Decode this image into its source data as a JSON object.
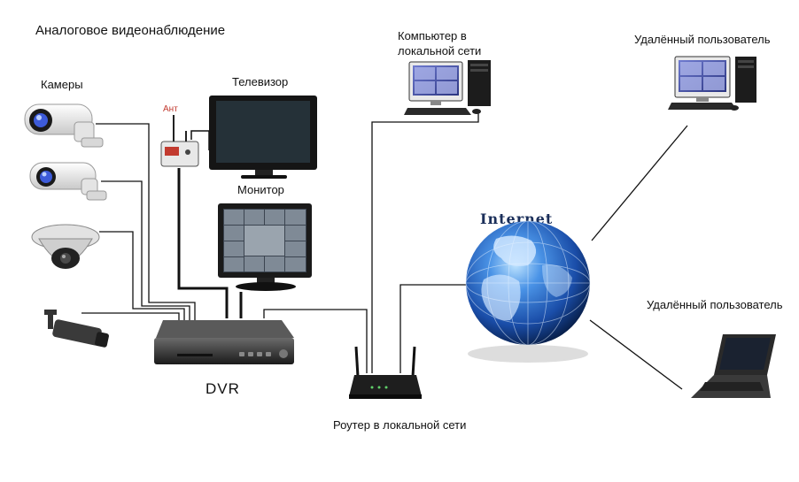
{
  "diagram": {
    "title": "Аналоговое видеонаблюдение",
    "labels": {
      "cameras": "Камеры",
      "tv": "Телевизор",
      "antenna": "Ант",
      "monitor": "Монитор",
      "dvr": "DVR",
      "local_pc": "Компьютер в\nлокальной сети",
      "local_pc_line1": "Компьютер в",
      "local_pc_line2": "локальной сети",
      "remote_user_top": "Удалённый пользователь",
      "remote_user_bottom": "Удалённый пользователь",
      "internet": "Internet",
      "router": "Роутер в локальной сети"
    },
    "nodes": [
      {
        "id": "camera-1",
        "type": "bullet-camera"
      },
      {
        "id": "camera-2",
        "type": "bullet-camera"
      },
      {
        "id": "camera-3",
        "type": "dome-camera"
      },
      {
        "id": "camera-4",
        "type": "box-camera"
      },
      {
        "id": "antenna-splitter",
        "type": "antenna-box"
      },
      {
        "id": "tv",
        "type": "television"
      },
      {
        "id": "monitor",
        "type": "cctv-monitor"
      },
      {
        "id": "dvr",
        "type": "dvr"
      },
      {
        "id": "router",
        "type": "wifi-router"
      },
      {
        "id": "internet",
        "type": "globe"
      },
      {
        "id": "local-pc",
        "type": "desktop-computer"
      },
      {
        "id": "remote-desktop",
        "type": "desktop-computer"
      },
      {
        "id": "remote-laptop",
        "type": "laptop"
      }
    ],
    "edges": [
      {
        "from": "camera-1",
        "to": "dvr"
      },
      {
        "from": "camera-2",
        "to": "dvr"
      },
      {
        "from": "camera-3",
        "to": "dvr"
      },
      {
        "from": "camera-4",
        "to": "dvr"
      },
      {
        "from": "antenna-splitter",
        "to": "dvr"
      },
      {
        "from": "monitor",
        "to": "dvr"
      },
      {
        "from": "dvr",
        "to": "router"
      },
      {
        "from": "router",
        "to": "local-pc"
      },
      {
        "from": "router",
        "to": "internet"
      },
      {
        "from": "internet",
        "to": "remote-desktop"
      },
      {
        "from": "internet",
        "to": "remote-laptop"
      }
    ],
    "colors": {
      "cable": "#111111",
      "device_dark": "#2a2a2a",
      "screen_blue": "#2f3f8a",
      "globe_blue": "#2f6fd0",
      "globe_dark": "#0a2550"
    }
  }
}
